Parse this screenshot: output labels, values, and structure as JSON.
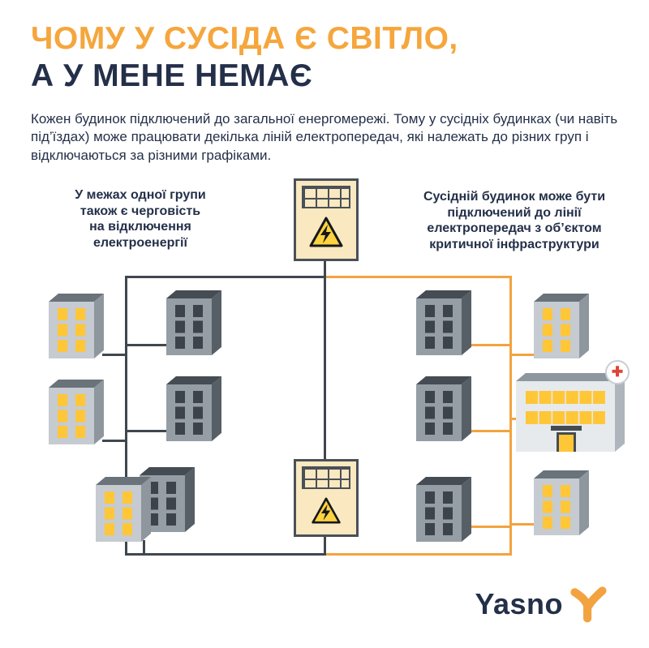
{
  "colors": {
    "accent_orange": "#F5A63C",
    "navy": "#242F49",
    "line_dark": "#40474E",
    "line_yellow": "#F2A340",
    "transformer_bg": "#F9E8C0",
    "hazard_yellow": "#FFD23F",
    "window_lit": "#FFC637",
    "window_dark": "#3C434A",
    "hospital_red": "#E04438"
  },
  "header": {
    "title_line1": "ЧОМУ У СУСІДА Є СВІТЛО,",
    "title_line2": "А У МЕНЕ НЕМАЄ",
    "paragraph": "Кожен будинок підключений до загальної енергомережі. Тому у сусідніх будинках (чи навіть під’їздах) може працювати декілька ліній електропередач, які належать до різних груп і відключаються за різними графіками."
  },
  "annotations": {
    "left_lines": [
      "У межах одної групи",
      "також є черговість",
      "на відключення",
      "електроенергії"
    ],
    "right_lines": [
      "Сусідній будинок може бути",
      "підключений до лінії",
      "електропередач з об’єктом",
      "критичної інфраструктури"
    ]
  },
  "icons": {
    "hazard": "lightning-warning-triangle",
    "hospital_cross": "✚"
  },
  "footer": {
    "brand": "Yasno"
  }
}
